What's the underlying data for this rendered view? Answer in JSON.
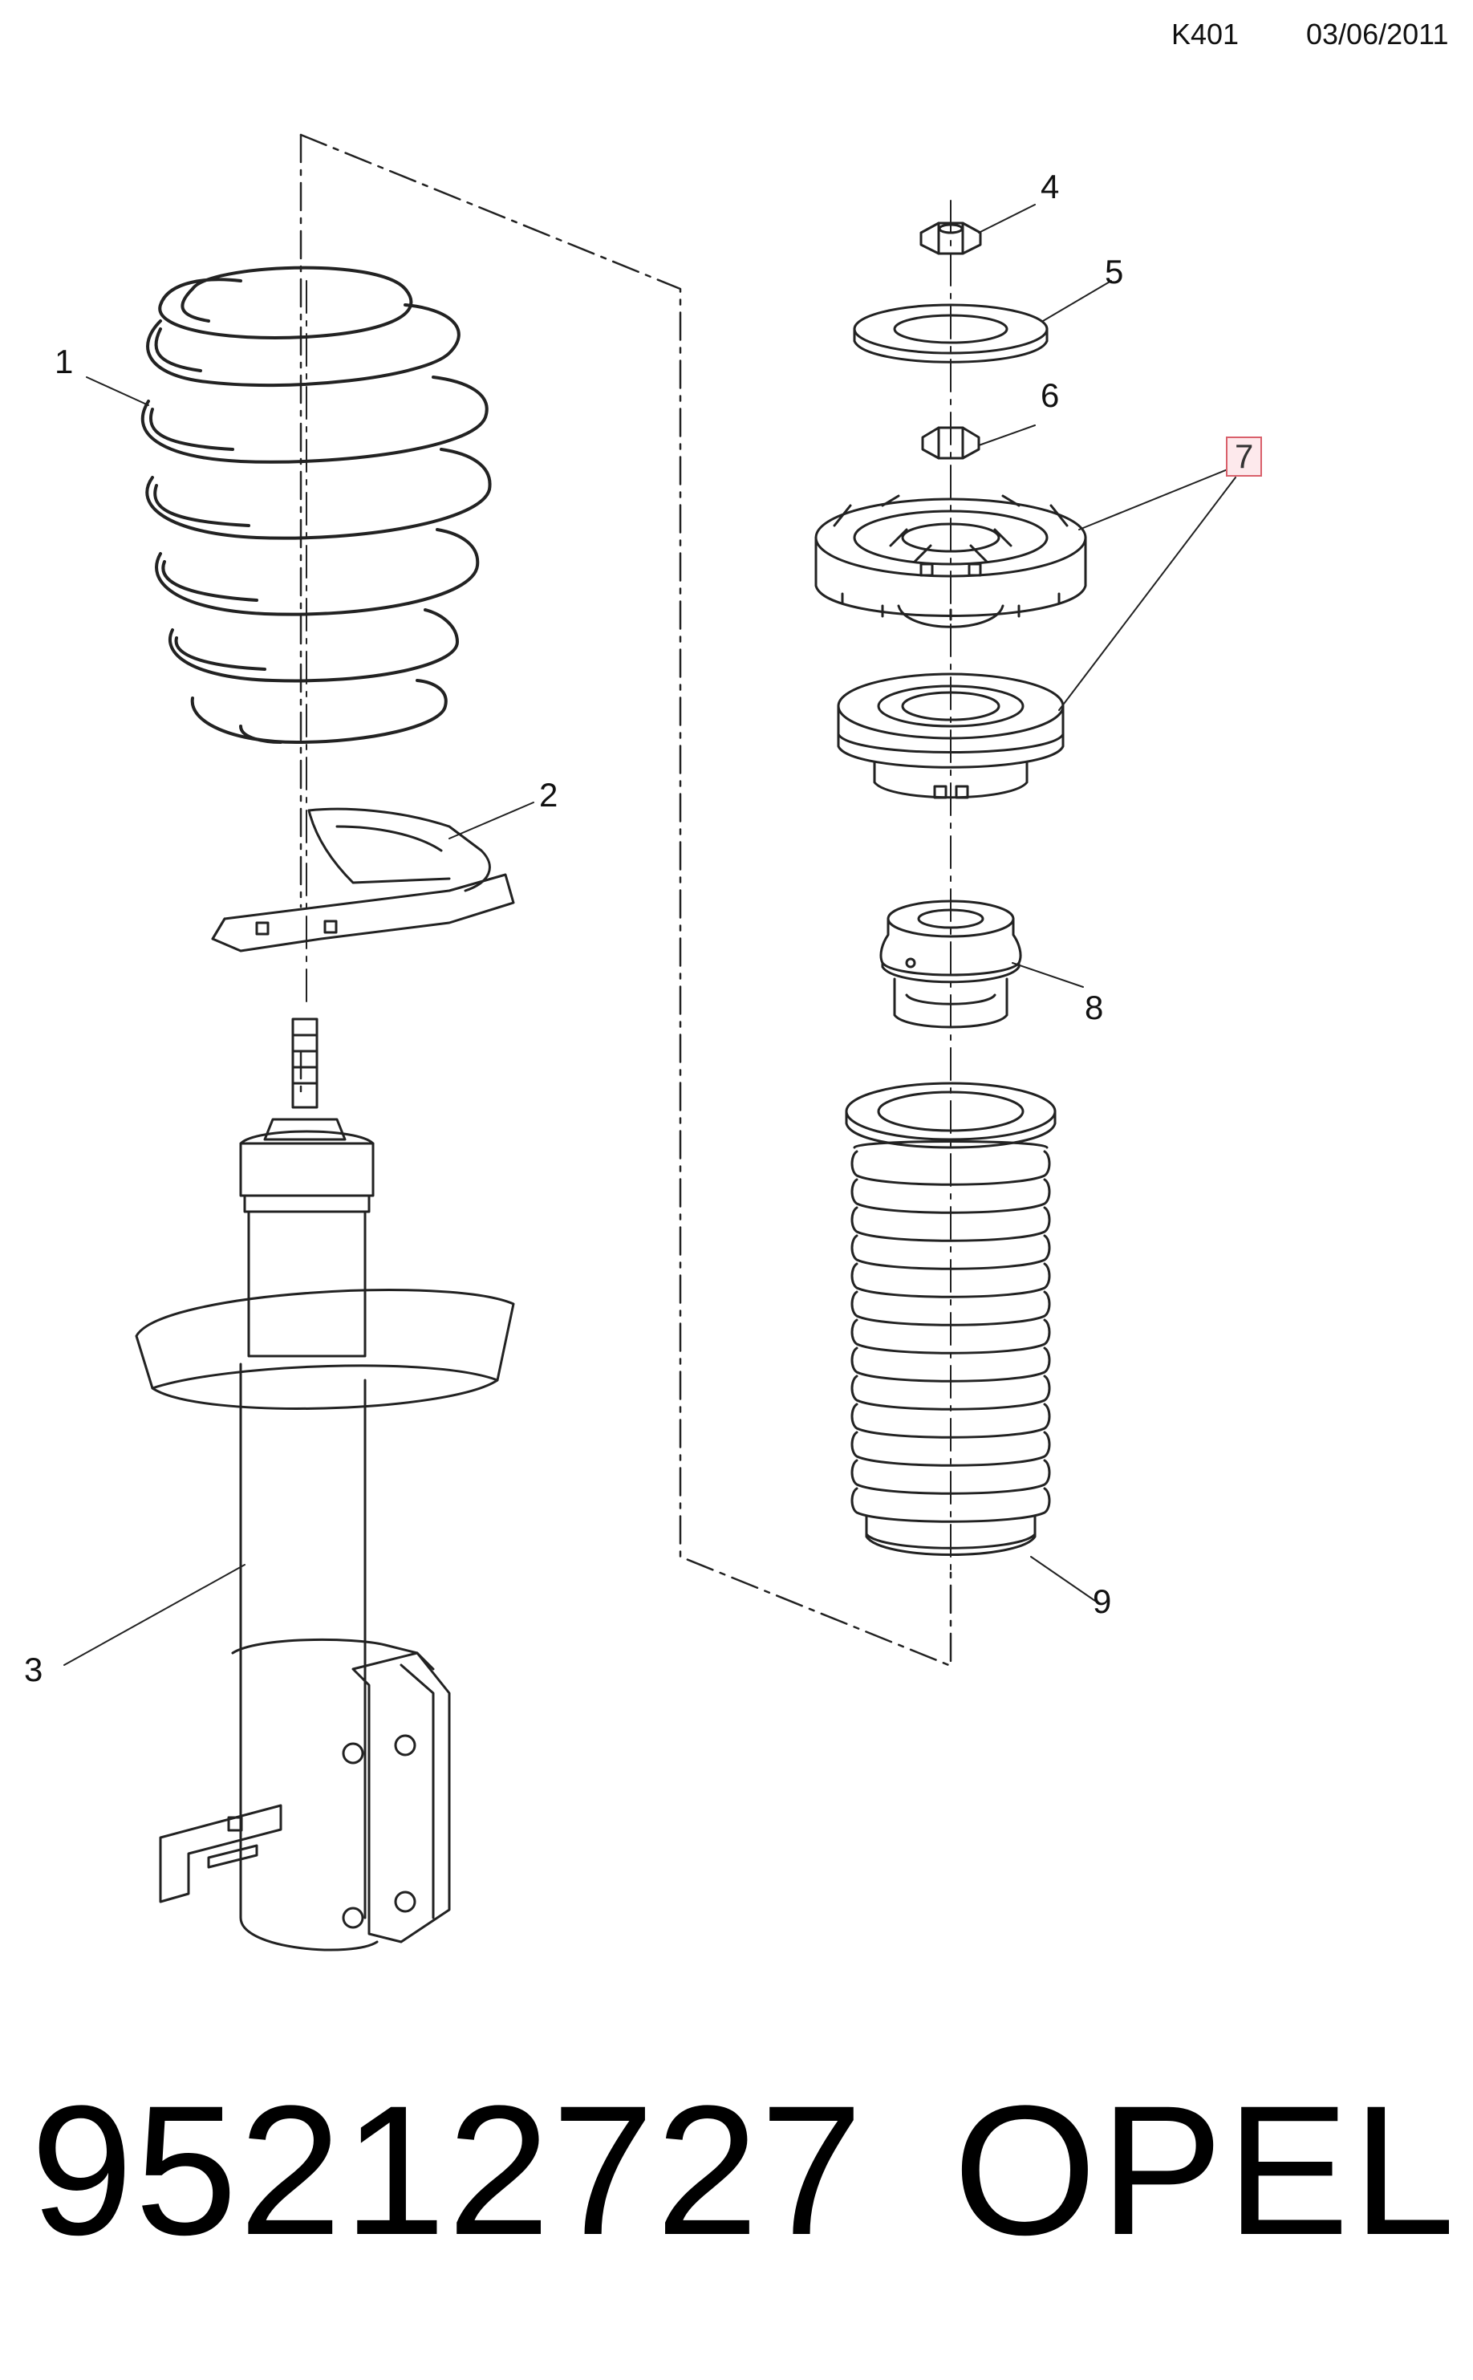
{
  "header": {
    "code": "K401",
    "date": "03/06/2011"
  },
  "callouts": [
    {
      "number": "1",
      "highlighted": false
    },
    {
      "number": "2",
      "highlighted": false
    },
    {
      "number": "3",
      "highlighted": false
    },
    {
      "number": "4",
      "highlighted": false
    },
    {
      "number": "5",
      "highlighted": false
    },
    {
      "number": "6",
      "highlighted": false
    },
    {
      "number": "7",
      "highlighted": true
    },
    {
      "number": "8",
      "highlighted": false
    },
    {
      "number": "9",
      "highlighted": false
    }
  ],
  "footer": {
    "part_number": "95212727",
    "brand": "OPEL"
  },
  "colors": {
    "line": "#222222",
    "highlight_border": "#d9606b",
    "highlight_fill": "#fde9ec"
  }
}
